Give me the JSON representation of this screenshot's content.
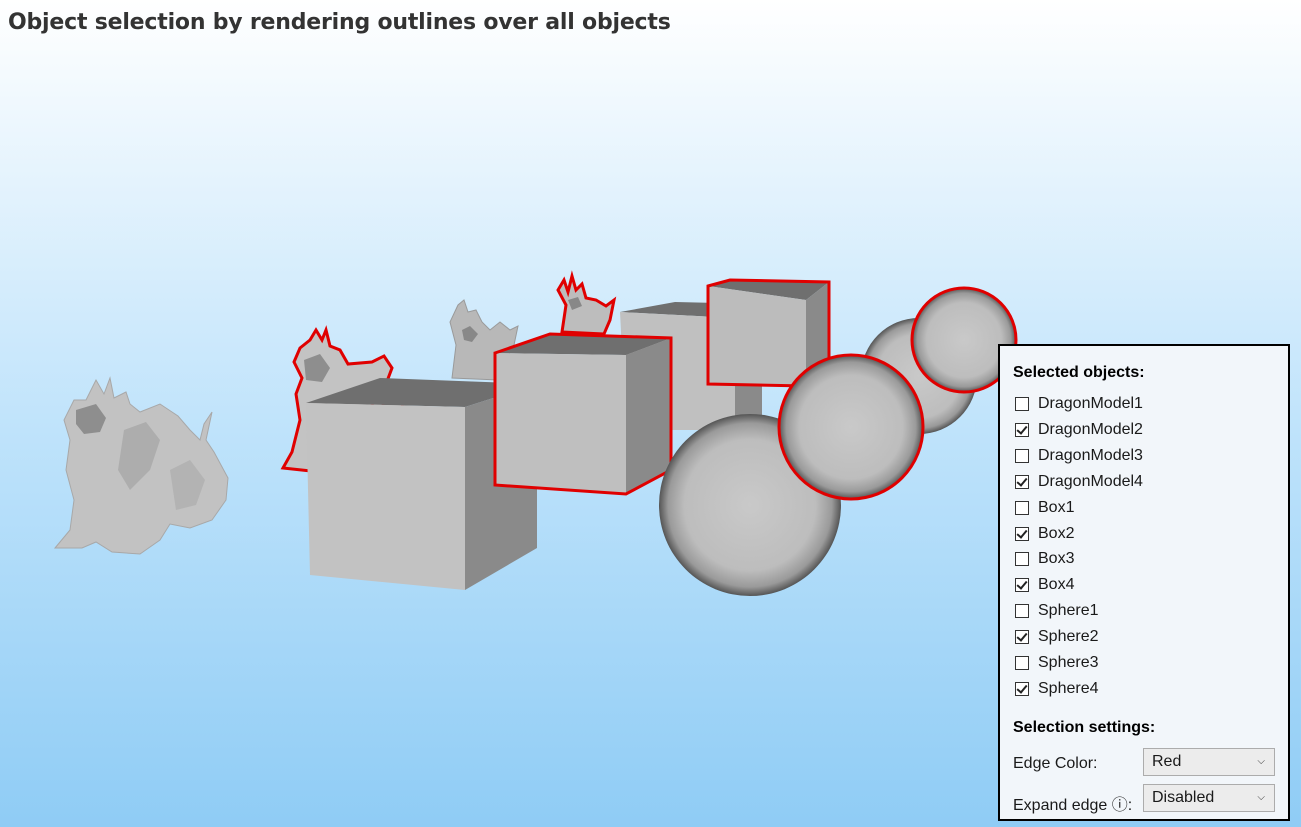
{
  "title": "Object selection by rendering outlines over all objects",
  "panel": {
    "selected_heading": "Selected objects:",
    "objects": [
      {
        "label": "DragonModel1",
        "checked": false
      },
      {
        "label": "DragonModel2",
        "checked": true
      },
      {
        "label": "DragonModel3",
        "checked": false
      },
      {
        "label": "DragonModel4",
        "checked": true
      },
      {
        "label": "Box1",
        "checked": false
      },
      {
        "label": "Box2",
        "checked": true
      },
      {
        "label": "Box3",
        "checked": false
      },
      {
        "label": "Box4",
        "checked": true
      },
      {
        "label": "Sphere1",
        "checked": false
      },
      {
        "label": "Sphere2",
        "checked": true
      },
      {
        "label": "Sphere3",
        "checked": false
      },
      {
        "label": "Sphere4",
        "checked": true
      }
    ],
    "settings_heading": "Selection settings:",
    "edge_color_label": "Edge Color:",
    "edge_color_value": "Red",
    "expand_edge_label": "Expand edge ⓘ:",
    "expand_edge_value": "Disabled"
  },
  "colors": {
    "outline": "#e00000",
    "object_light": "#c4c4c4",
    "object_top": "#6f6f6f",
    "object_side": "#8a8a8a"
  },
  "icons": {
    "dropdown_chevron": "chevron-down-icon",
    "info": "info-icon"
  }
}
